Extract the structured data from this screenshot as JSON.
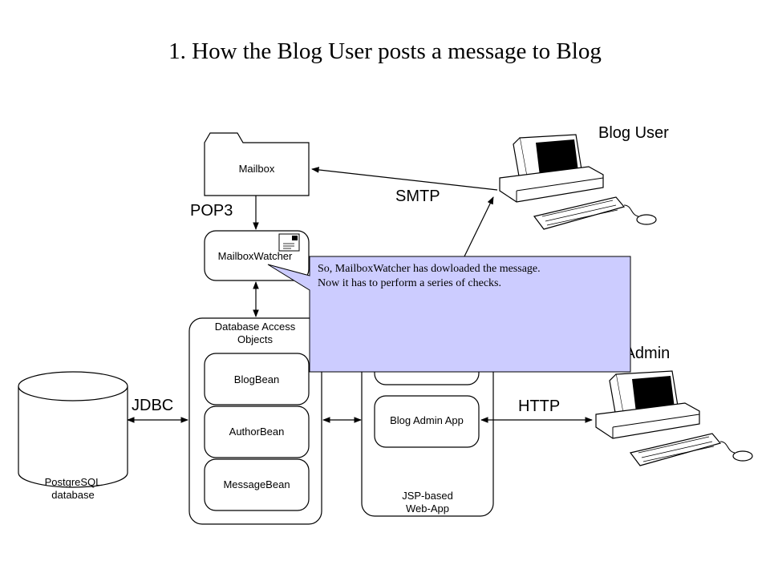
{
  "title": "1. How the Blog User posts a message to Blog",
  "nodes": {
    "mailbox": "Mailbox",
    "mailbox_watcher": "MailboxWatcher",
    "dao_title_line1": "Database Access",
    "dao_title_line2": "Objects",
    "blog_bean": "BlogBean",
    "author_bean": "AuthorBean",
    "message_bean": "MessageBean",
    "blog_admin_app": "Blog Admin App",
    "webapp_line1": "JSP-based",
    "webapp_line2": "Web-App",
    "db_line1": "PostgreSQL",
    "db_line2": "database",
    "blog_user": "Blog User",
    "blog_admin_partial": "g Admin"
  },
  "protocols": {
    "smtp": "SMTP",
    "pop3": "POP3",
    "jdbc": "JDBC",
    "http": "HTTP"
  },
  "callout": {
    "line1": "So, MailboxWatcher has dowloaded the message.",
    "line2": "Now it has to perform a series of checks."
  },
  "colors": {
    "callout_fill": "#ccccff",
    "line": "#000000",
    "screen": "#000000",
    "background": "#ffffff"
  }
}
